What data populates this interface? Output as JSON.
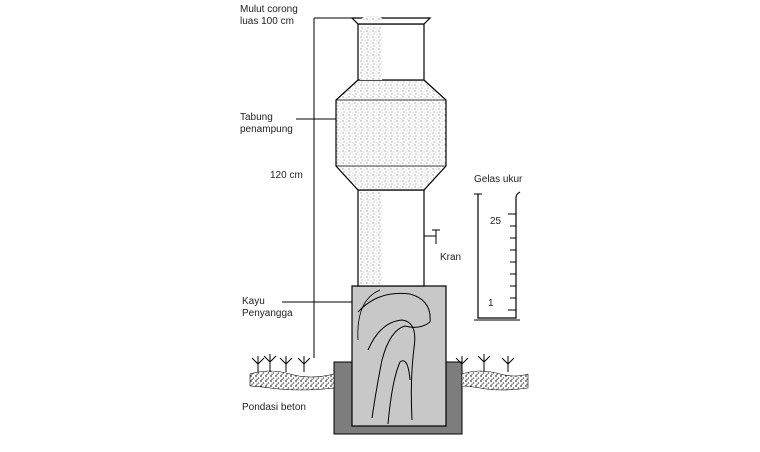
{
  "labels": {
    "funnel_mouth_line1": "Mulut corong",
    "funnel_mouth_line2": "luas 100 cm",
    "collector_tube_line1": "Tabung",
    "collector_tube_line2": "penampung",
    "height": "120 cm",
    "measuring_glass": "Gelas ukur",
    "tap": "Kran",
    "wood_support_line1": "Kayu",
    "wood_support_line2": "Penyangga",
    "concrete_foundation": "Pondasi beton"
  },
  "measuring_glass_scale": {
    "top": "25",
    "bottom": "1"
  },
  "colors": {
    "line": "#000000",
    "concrete": "#7d7d7d",
    "wood": "#c8c8c8",
    "rain_fill": "#b9b9b9",
    "soil": "#555555"
  }
}
